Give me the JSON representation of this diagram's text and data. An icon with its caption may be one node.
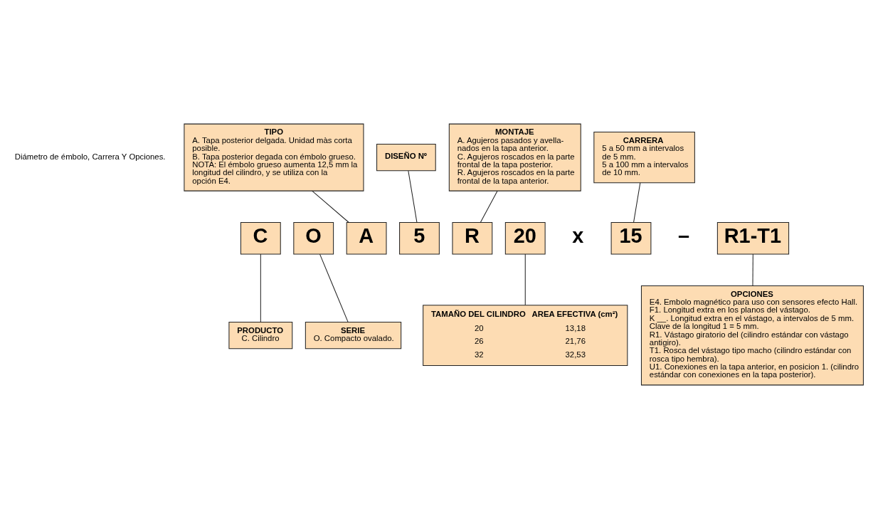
{
  "diagram": {
    "nodes": [
      {
        "text": [
          "TIPO",
          "A. Tapa posterior delgada. Unidad màs corta posible.",
          "B. Tapa posterior degada con émbolo grueso.",
          "NOTA: El émbolo grueso aumenta 12,5 mm la longitud del cilindro, y se utiliza con la opción E4."
        ]
      },
      {
        "text": [
          "DISEÑO Nº"
        ]
      },
      {
        "text": [
          "MONTAJE",
          "A. Agujeros pasados y avella- nados en la tapa anterior.",
          "C. Agujeros roscados en la parte frontal de la tapa posterior.",
          "R. Agujeros roscados en la parte frontal de la tapa anterior."
        ]
      },
      {
        "text": [
          "CARRERA",
          "5 a 50 mm a intervalos de 5 mm.",
          "5 a 100 mm a intervalos de 10 mm."
        ]
      },
      {
        "text": [
          "C"
        ]
      },
      {
        "text": [
          "O"
        ]
      },
      {
        "text": [
          "A"
        ]
      },
      {
        "text": [
          "5"
        ]
      },
      {
        "text": [
          "R"
        ]
      },
      {
        "text": [
          "20"
        ]
      },
      {
        "text": [
          "15"
        ]
      },
      {
        "text": [
          "R1-T1"
        ]
      },
      {
        "text": [
          "PRODUCTO",
          "C. Cilindro"
        ]
      },
      {
        "text": [
          "SERIE",
          "O. Compacto ovalado."
        ]
      },
      {
        "text": [
          "TAMAÑO DEL CILINDRO",
          "AREA EFECTIVA (cm²)",
          "20",
          "13,18",
          "26",
          "21,76",
          "32",
          "32,53"
        ]
      },
      {
        "text": [
          "OPCIONES",
          "E4. Embolo magnético para uso con sensores efecto Hall.",
          "F1. Longitud extra en los planos del vástago.",
          "K __. Longitud extra en el vástago, a intervalos de 5 mm. Clave de la longitud 1 = 5 mm.",
          "R1. Vástago giratorio del (cilindro estándar con vástago antigiro).",
          "T1. Rosca del vástago tipo macho (cilindro estándar con rosca tipo hembra).",
          "U1. Conexiones en la tapa anterior, en posicion 1. (cilindro estándar con conexiones en la tapa posterior)."
        ]
      }
    ],
    "edges": [
      {
        "from": 0,
        "to": 6,
        "arrow": "none"
      },
      {
        "from": 1,
        "to": 7,
        "arrow": "none"
      },
      {
        "from": 2,
        "to": 8,
        "arrow": "none"
      },
      {
        "from": 3,
        "to": 10,
        "arrow": "none"
      },
      {
        "from": 4,
        "to": 12,
        "arrow": "none"
      },
      {
        "from": 5,
        "to": 13,
        "arrow": "none"
      },
      {
        "from": 9,
        "to": 14,
        "arrow": "none"
      },
      {
        "from": 11,
        "to": 15,
        "arrow": "none"
      }
    ],
    "labels": [
      "Diámetro de émbolo, Carrera Y Opciones.",
      "x",
      "–"
    ]
  }
}
